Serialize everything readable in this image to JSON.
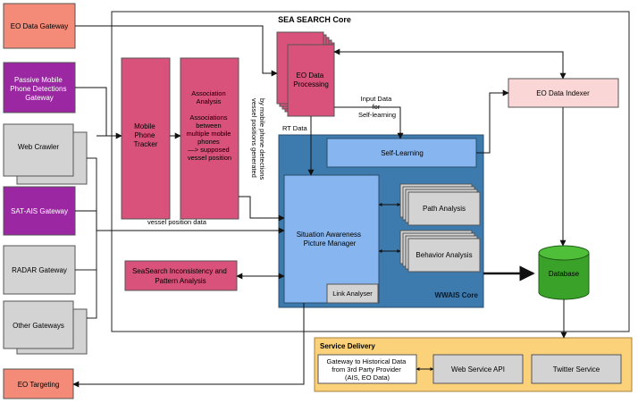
{
  "title": "SEA SEARCH Core",
  "wwais_core_label": "WWAIS Core",
  "service_delivery_label": "Service Delivery",
  "sources": {
    "eo_data_gateway": "EO Data Gateway",
    "passive_mobile": [
      "Passive Mobile",
      "Phone Detections",
      "Gateway"
    ],
    "web_crawler": "Web Crawler",
    "sat_ais": "SAT-AIS Gateway",
    "radar": "RADAR Gateway",
    "other_gateways": "Other Gateways",
    "eo_targeting": "EO Targeting"
  },
  "processing": {
    "mobile_tracker": [
      "Mobile",
      "Phone",
      "Tracker"
    ],
    "association_analysis": [
      "Association",
      "Analysis",
      "",
      "Associations",
      "between",
      "multiple mobile",
      "phones",
      "—> supposed",
      "vessel position"
    ],
    "eo_data_processing": [
      "EO Data",
      "Processing"
    ],
    "eo_data_indexer": "EO Data Indexer",
    "inconsistency": [
      "SeaSearch Inconsistency and",
      "Pattern Analysis"
    ],
    "database": "Database"
  },
  "wwais": {
    "self_learning": "Self-Learning",
    "sapm": [
      "Situation Awareness",
      "Picture Manager"
    ],
    "link_analyser": "Link Analyser",
    "path_analysis": "Path Analysis",
    "behavior_analysis": "Behavior Analysis"
  },
  "service": {
    "gateway_historical": [
      "Gateway to Historical Data",
      "from 3rd Party Provider",
      "(AIS, EO Data)"
    ],
    "web_service_api": "Web Service API",
    "twitter_service": "Twitter Service"
  },
  "edge_labels": {
    "vessel_positions_generated": [
      "vessel positions generated",
      "by mobile phone detections"
    ],
    "input_data": [
      "Input Data",
      "for",
      "Self-learning"
    ],
    "rt_data": "RT Data",
    "vessel_position_data": "vessel position data"
  },
  "colors": {
    "salmon": "#f38b78",
    "purple": "#9b27a3",
    "gray": "#d3d3d3",
    "pink": "#d9527b",
    "light_pink": "#fbd6d6",
    "blue": "#3d7aad",
    "light_blue": "#86b5ef",
    "green": "#3aa228",
    "orange": "#fbd27a"
  }
}
